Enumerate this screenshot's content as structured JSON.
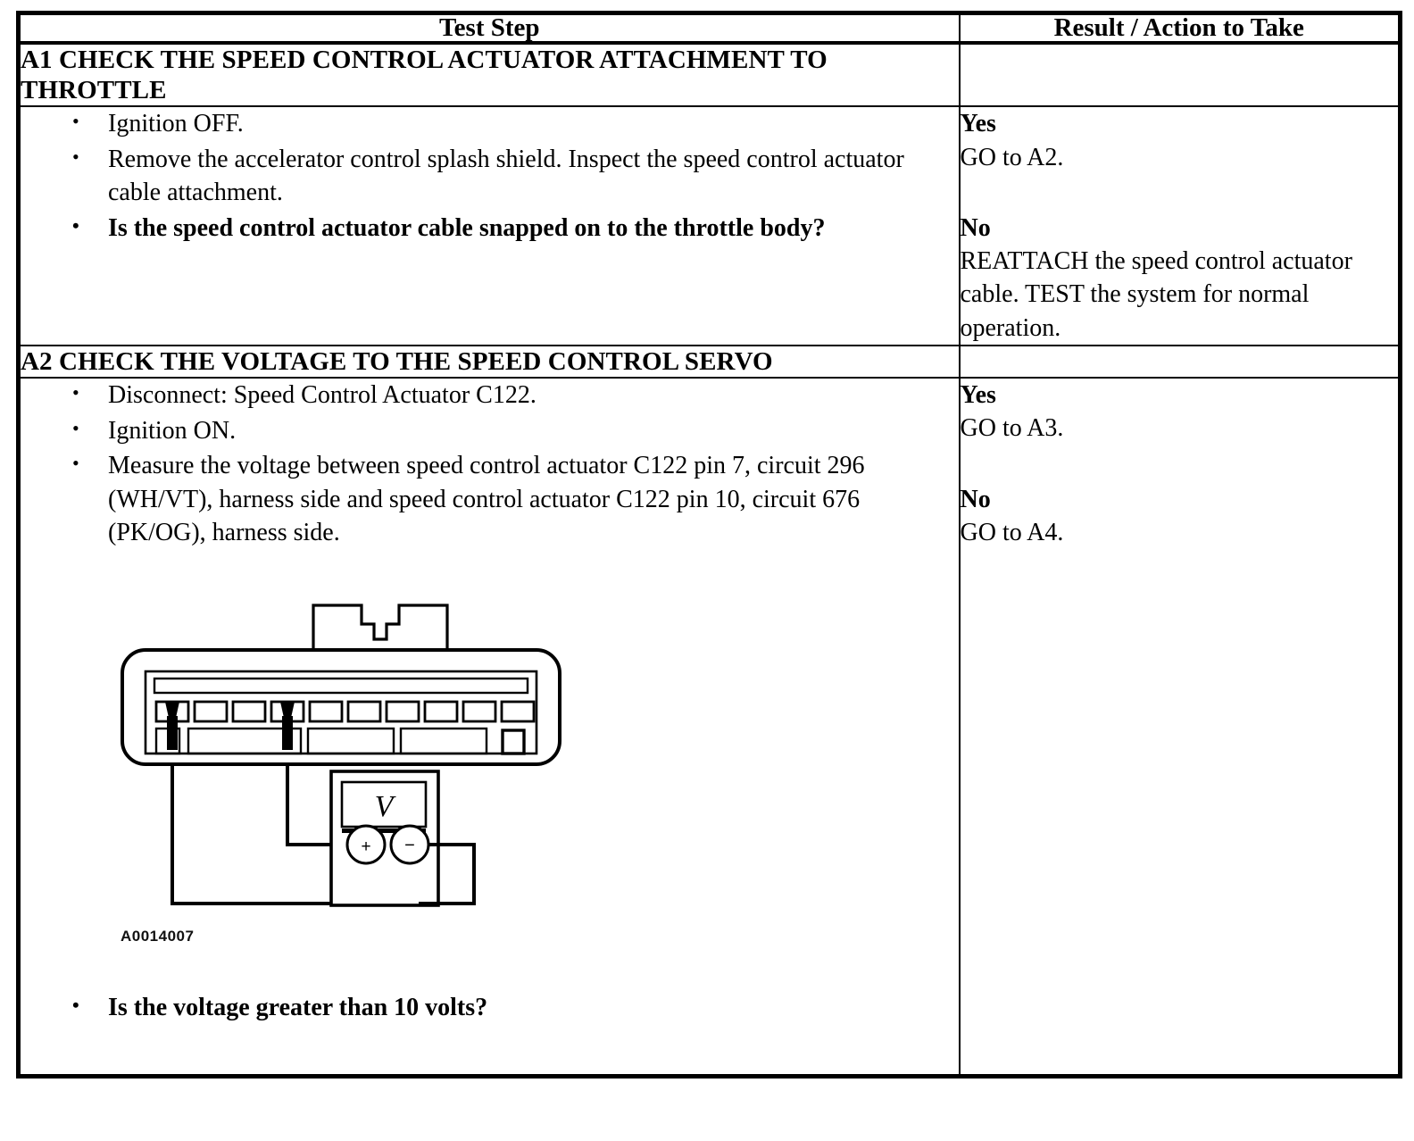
{
  "table": {
    "headers": {
      "test_step": "Test Step",
      "result_action": "Result / Action to Take"
    },
    "sections": [
      {
        "id": "A1",
        "title": "A1 CHECK THE SPEED CONTROL ACTUATOR ATTACHMENT TO THROTTLE",
        "steps": [
          {
            "text": "Ignition OFF.",
            "bold": false
          },
          {
            "text": "Remove the accelerator control splash shield. Inspect the speed control actuator cable attachment.",
            "bold": false
          },
          {
            "text": "Is the speed control actuator cable snapped on to the throttle body?",
            "bold": true
          }
        ],
        "results": [
          {
            "label": "Yes",
            "text": "GO to A2."
          },
          {
            "label": "No",
            "text": "REATTACH the speed control actuator cable. TEST the system for normal operation."
          }
        ]
      },
      {
        "id": "A2",
        "title": "A2 CHECK THE VOLTAGE TO THE SPEED CONTROL SERVO",
        "steps": [
          {
            "text": "Disconnect: Speed Control Actuator C122.",
            "bold": false
          },
          {
            "text": "Ignition ON.",
            "bold": false
          },
          {
            "text": "Measure the voltage between speed control actuator C122 pin 7, circuit 296 (WH/VT), harness side and speed control actuator C122 pin 10, circuit 676 (PK/OG), harness side.",
            "bold": false
          }
        ],
        "final_question": "Is the voltage greater than 10 volts?",
        "results": [
          {
            "label": "Yes",
            "text": "GO to A3."
          },
          {
            "label": "No",
            "text": "GO to A4."
          }
        ],
        "diagram": {
          "id_label": "A0014007",
          "meter_display": "V",
          "meter_terminal_positive": "+",
          "meter_terminal_negative": "−",
          "connector_pin_count": 10,
          "probe_pins": [
            1,
            4
          ]
        }
      }
    ]
  },
  "colors": {
    "ink": "#000000",
    "paper": "#ffffff"
  }
}
